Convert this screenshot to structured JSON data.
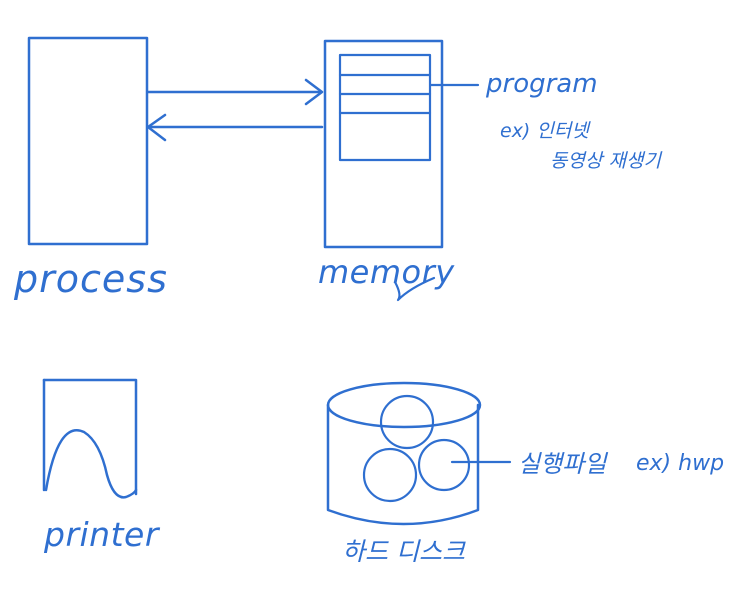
{
  "colors": {
    "ink": "#2f6fd0",
    "background": "#ffffff"
  },
  "labels": {
    "process": "process",
    "memory": "memory",
    "program": "program",
    "example_line1": "ex) 인터넷",
    "example_line2": "동영상 재생기",
    "printer": "printer",
    "hard_disk": "하드 디스크",
    "executable": "실행파일",
    "executable_example": "ex) hwp"
  }
}
